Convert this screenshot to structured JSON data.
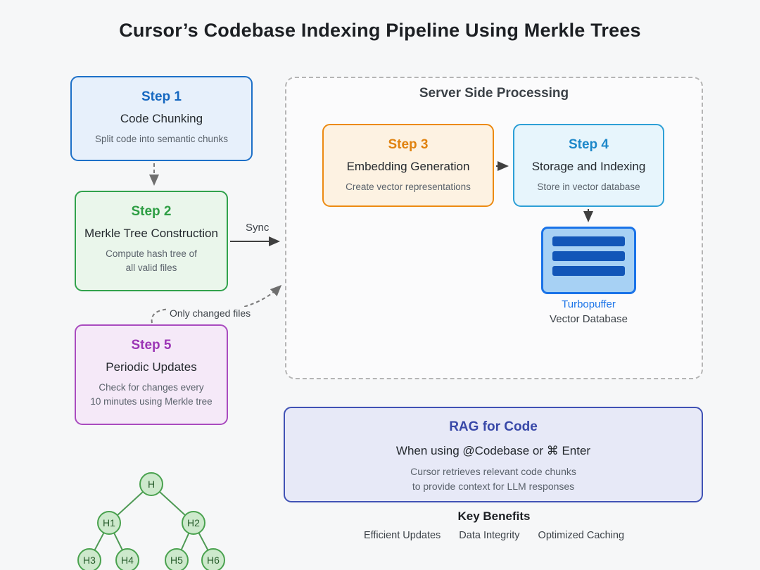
{
  "title": "Cursor’s Codebase Indexing Pipeline Using Merkle Trees",
  "steps": {
    "step1": {
      "label": "Step 1",
      "title": "Code Chunking",
      "desc": "Split code into semantic chunks"
    },
    "step2": {
      "label": "Step 2",
      "title": "Merkle Tree Construction",
      "desc1": "Compute hash tree of",
      "desc2": "all valid files"
    },
    "step3": {
      "label": "Step 3",
      "title": "Embedding Generation",
      "desc": "Create vector representations"
    },
    "step4": {
      "label": "Step 4",
      "title": "Storage and Indexing",
      "desc": "Store in vector database"
    },
    "step5": {
      "label": "Step 5",
      "title": "Periodic Updates",
      "desc1": "Check for changes every",
      "desc2": "10 minutes using Merkle tree"
    }
  },
  "server": {
    "title": "Server Side Processing"
  },
  "database": {
    "name": "Turbopuffer",
    "type": "Vector Database"
  },
  "edges": {
    "sync": "Sync",
    "changed": "Only changed files"
  },
  "rag": {
    "title": "RAG for Code",
    "subtitle": "When using @Codebase or ⌘ Enter",
    "desc1": "Cursor retrieves relevant code chunks",
    "desc2": "to provide context for LLM responses"
  },
  "benefits": {
    "title": "Key Benefits",
    "items": [
      "Efficient Updates",
      "Data Integrity",
      "Optimized Caching"
    ]
  },
  "tree": {
    "nodes": [
      {
        "label": "H"
      },
      {
        "label": "H1"
      },
      {
        "label": "H2"
      },
      {
        "label": "H3"
      },
      {
        "label": "H4"
      },
      {
        "label": "H5"
      },
      {
        "label": "H6"
      }
    ]
  },
  "colors": {
    "step1_accent": "#1668c0",
    "step2_accent": "#2e9e44",
    "step3_accent": "#e0820f",
    "step4_accent": "#1c87c9",
    "step5_accent": "#9c36b5",
    "rag_accent": "#3848a8",
    "database_accent": "#1a73e8",
    "tree_accent": "#4aa24f",
    "background": "#f6f7f8"
  }
}
